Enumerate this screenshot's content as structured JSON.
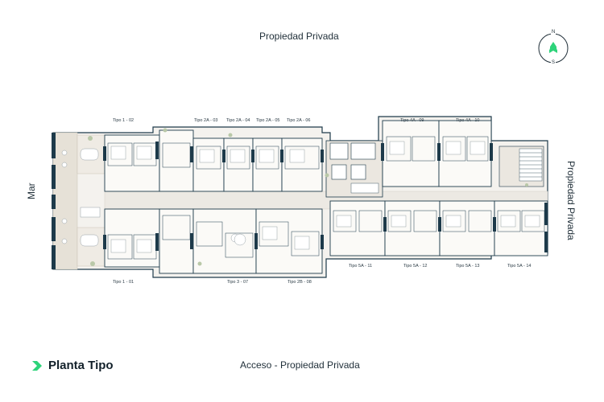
{
  "titles": {
    "top": "Propiedad Privada",
    "bottom": "Acceso - Propiedad Privada",
    "right": "Propiedad Privada",
    "left": "Mar"
  },
  "brand": {
    "label": "Planta Tipo",
    "accent_color": "#2ed37a"
  },
  "compass": {
    "north": "N",
    "south": "S",
    "icon": "north-arrow-icon"
  },
  "units": {
    "top": [
      "Tipo 1 - 02",
      "Tipo 2A - 03",
      "Tipo 2A - 04",
      "Tipo 2A - 05",
      "Tipo 2A - 06",
      "Tipo 4A - 09",
      "Tipo 4A - 10"
    ],
    "bottom": [
      "Tipo 1 - 01",
      "Tipo 3 - 07",
      "Tipo 2B - 08",
      "Tipo 5A - 11",
      "Tipo 5A - 12",
      "Tipo 5A - 13",
      "Tipo 5A - 14"
    ]
  },
  "colors": {
    "wall": "#1d3a4a",
    "floor": "#f4f2ee",
    "corridor": "#ece9e3",
    "terrace": "#e3ddd2",
    "plant": "#b9c8a8"
  }
}
